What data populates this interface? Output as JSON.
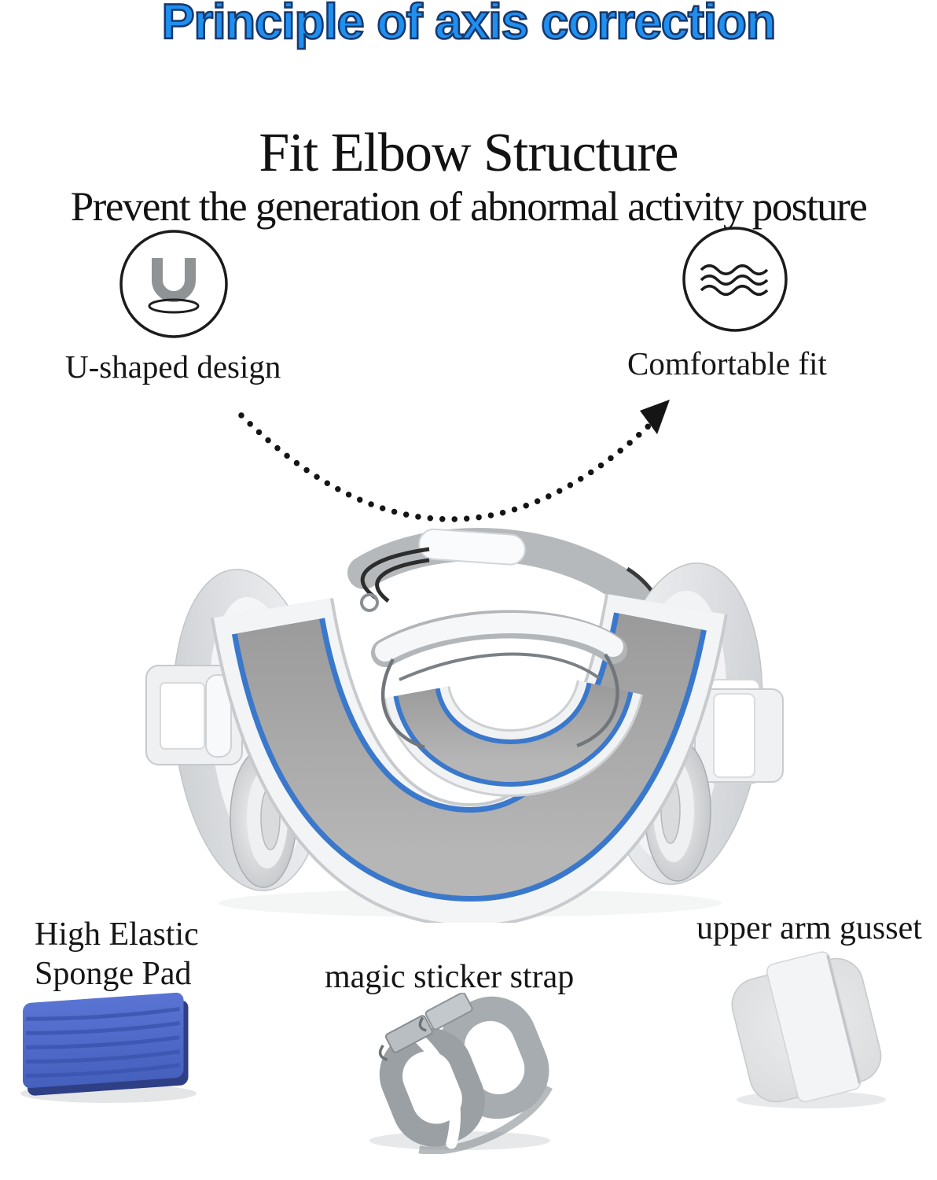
{
  "title": "Principle of axis correction",
  "section": {
    "heading": "Fit Elbow Structure",
    "subheading": "Prevent the generation of abnormal activity posture"
  },
  "features": [
    {
      "icon": "u-shape-icon",
      "label": "U-shaped design"
    },
    {
      "icon": "waves-icon",
      "label": "Comfortable fit"
    }
  ],
  "parts": [
    {
      "icon": "sponge-pad-image",
      "label": "High Elastic\nSponge Pad"
    },
    {
      "icon": "sticker-strap-image",
      "label": "magic sticker strap"
    },
    {
      "icon": "arm-gusset-image",
      "label": "upper arm gusset"
    }
  ],
  "colors": {
    "title_blue": "#2090f0",
    "title_outline": "#17396e",
    "trim_blue": "#3a78cc",
    "sponge_blue": "#4a63c0",
    "fabric_gray": "#a8a8a8"
  }
}
